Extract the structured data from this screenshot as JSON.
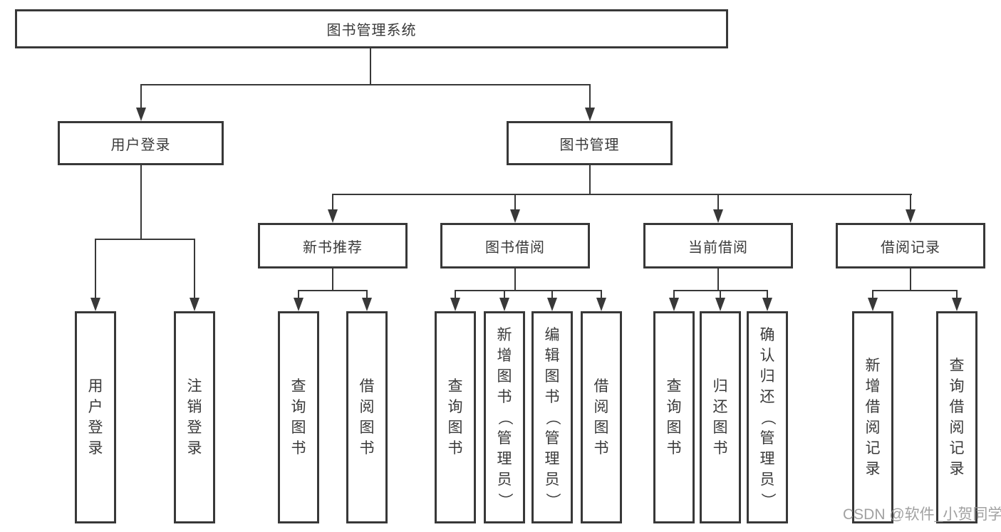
{
  "diagram": {
    "root": {
      "label": "图书管理系统"
    },
    "branches": [
      {
        "label": "用户登录",
        "children": [
          {
            "label": "用户登录"
          },
          {
            "label": "注销登录"
          }
        ]
      },
      {
        "label": "图书管理",
        "children": [
          {
            "label": "新书推荐",
            "children": [
              {
                "label": "查询图书"
              },
              {
                "label": "借阅图书"
              }
            ]
          },
          {
            "label": "图书借阅",
            "children": [
              {
                "label": "查询图书"
              },
              {
                "label": "新增图书（管理员）"
              },
              {
                "label": "编辑图书（管理员）"
              },
              {
                "label": "借阅图书"
              }
            ]
          },
          {
            "label": "当前借阅",
            "children": [
              {
                "label": "查询图书"
              },
              {
                "label": "归还图书"
              },
              {
                "label": "确认归还（管理员）"
              }
            ]
          },
          {
            "label": "借阅记录",
            "children": [
              {
                "label": "新增借阅记录"
              },
              {
                "label": "查询借阅记录"
              }
            ]
          }
        ]
      }
    ],
    "colors": {
      "line": "#383838",
      "text": "#3a3a3a",
      "box_fill": "#ffffff",
      "watermark": "#919191",
      "background": "#ffffff"
    }
  },
  "watermark": {
    "text": "CSDN @软件_小贺同学"
  }
}
